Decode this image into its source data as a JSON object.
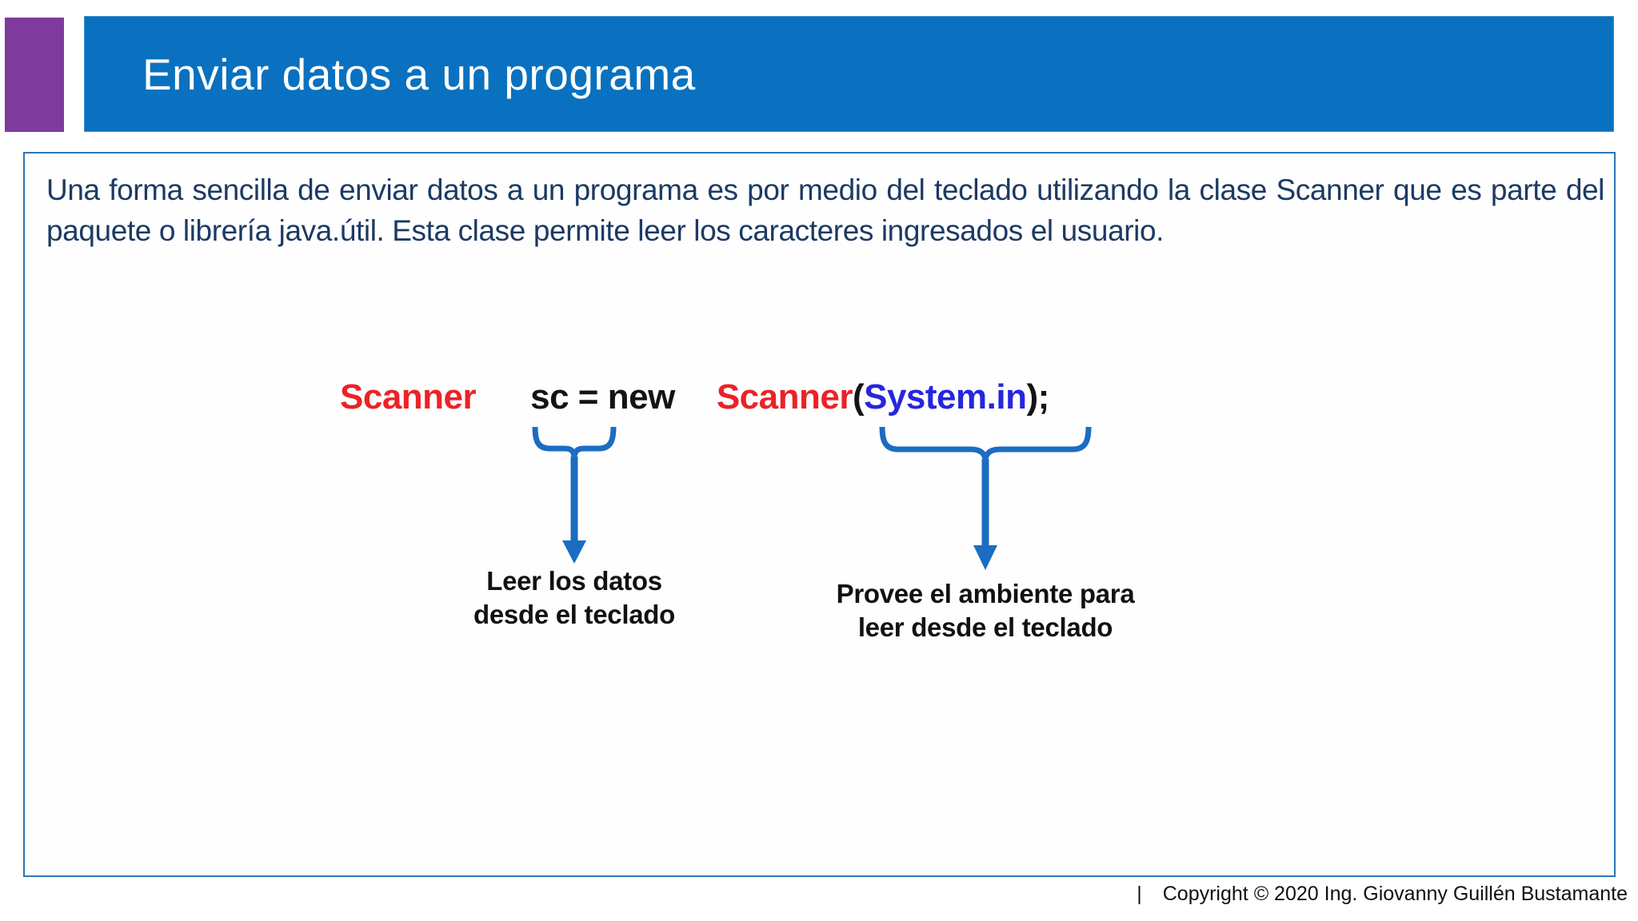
{
  "header": {
    "title": "Enviar datos a un programa"
  },
  "content": {
    "paragraph": "Una forma sencilla de enviar datos a un programa es por medio del teclado utilizando la clase Scanner que es parte del paquete o librería java.útil. Esta clase permite leer los caracteres ingresados el usuario.",
    "code": {
      "declaration_type": "Scanner",
      "assignment": "sc = new",
      "constructor": "Scanner",
      "paren_open": "(",
      "argument": "System.in",
      "paren_close": ")",
      "semicolon": ";"
    },
    "annotations": {
      "left": {
        "line1": "Leer los datos",
        "line2": "desde el teclado"
      },
      "right": {
        "line1": "Provee el ambiente para",
        "line2": "leer desde el teclado"
      }
    }
  },
  "footer": {
    "separator": "|",
    "copyright": "Copyright © 2020 Ing. Giovanny Guillén Bustamante"
  },
  "colors": {
    "header_bar_blue": "#0971BF",
    "accent_square_purple": "#7F3A9D",
    "content_box_border_blue": "#2E75B6",
    "paragraph_navy": "#1C3A63",
    "code_red": "#EC2227",
    "code_blue": "#2626DE",
    "code_black": "#141414",
    "arrow_blue": "#1B6DC2",
    "label_black": "#111111"
  }
}
